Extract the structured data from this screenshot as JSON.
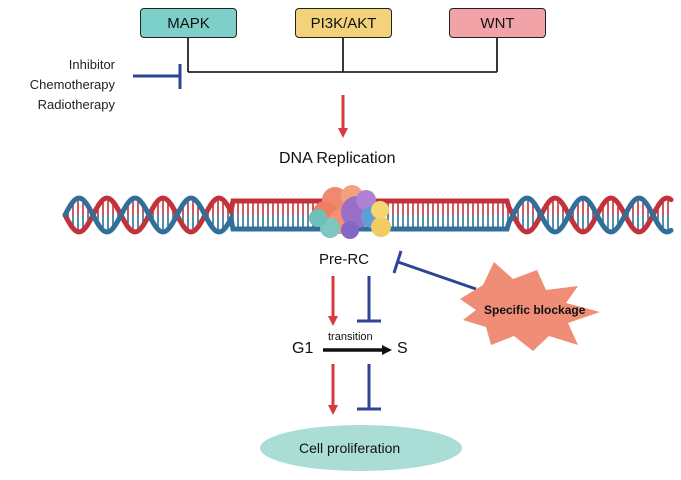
{
  "pathways": [
    {
      "label": "MAPK",
      "color": "#7dd0c9"
    },
    {
      "label": "PI3K/AKT",
      "color": "#f2d27a"
    },
    {
      "label": "WNT",
      "color": "#f2a3a8"
    }
  ],
  "therapies": [
    "Inhibitor",
    "Chemotherapy",
    "Radiotherapy"
  ],
  "dna_replication_label": "DNA Replication",
  "pre_rc_label": "Pre-RC",
  "specific_blockage_label": "Specific blockage",
  "g1_label": "G1",
  "s_label": "S",
  "transition_label": "transition",
  "cell_proliferation_label": "Cell proliferation",
  "colors": {
    "activation_arrow": "#d63a3f",
    "inhibition": "#2e4596",
    "dna_red": "#c2323a",
    "dna_blue": "#2f6f9a",
    "blockage_star": "#ef8d76",
    "proliferation_ellipse": "#a9ddd5"
  }
}
